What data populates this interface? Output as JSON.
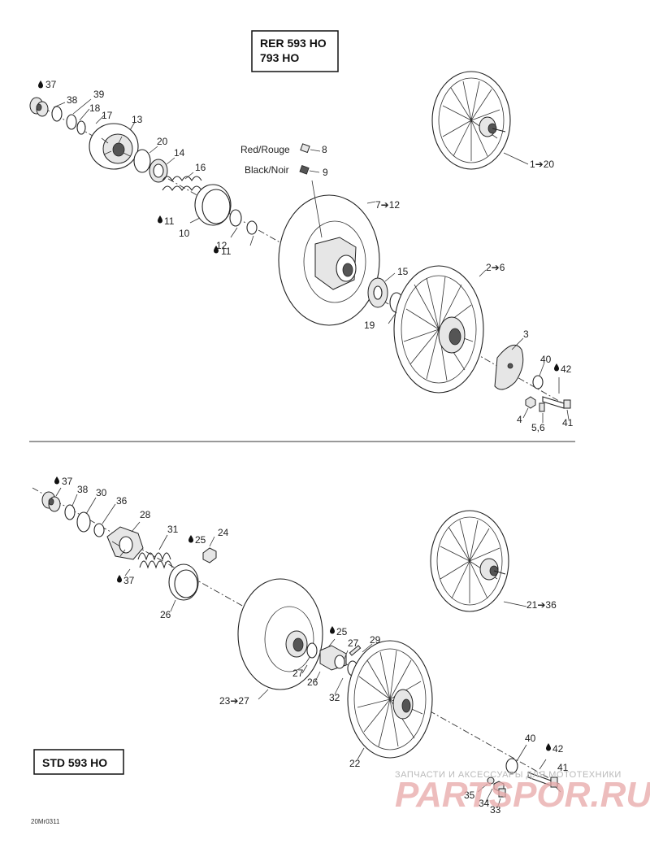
{
  "header_box": {
    "line1": "RER 593 HO",
    "line2": "793 HO"
  },
  "footer_box": {
    "label": "STD 593 HO"
  },
  "figure_code": "20Mr0311",
  "watermark": {
    "top": "ЗАПЧАСТИ И АКСЕССУАРЫ ДЛЯ МОТОТЕХНИКИ",
    "main": "PARTSPOR.RU"
  },
  "top_labels": {
    "l37": "37",
    "l38": "38",
    "l39": "39",
    "l18": "18",
    "l17": "17",
    "l13": "13",
    "l20": "20",
    "l14": "14",
    "l16": "16",
    "l11a": "11",
    "l10": "10",
    "l12": "12",
    "l11b": "11",
    "l7_12": "7➔12",
    "l15": "15",
    "l19": "19",
    "l2_6": "2➔6",
    "l3": "3",
    "l40": "40",
    "l42": "42",
    "l4": "4",
    "l56": "5,6",
    "l41": "41",
    "l1_20": "1➔20",
    "l8": "8",
    "l9": "9",
    "red_rouge": "Red/Rouge",
    "black_noir": "Black/Noir"
  },
  "bottom_labels": {
    "l37a": "37",
    "l38": "38",
    "l30": "30",
    "l36": "36",
    "l28": "28",
    "l31": "31",
    "l25a": "25",
    "l24": "24",
    "l37b": "37",
    "l26a": "26",
    "l21_36": "21➔36",
    "l25b": "25",
    "l27a": "27",
    "l29": "29",
    "l27b": "27",
    "l26b": "26",
    "l32": "32",
    "l23_27": "23➔27",
    "l22": "22",
    "l40": "40",
    "l42": "42",
    "l41": "41",
    "l35": "35",
    "l34": "34",
    "l33": "33"
  },
  "icons": {
    "oil_drop": "oil-drop-icon"
  }
}
